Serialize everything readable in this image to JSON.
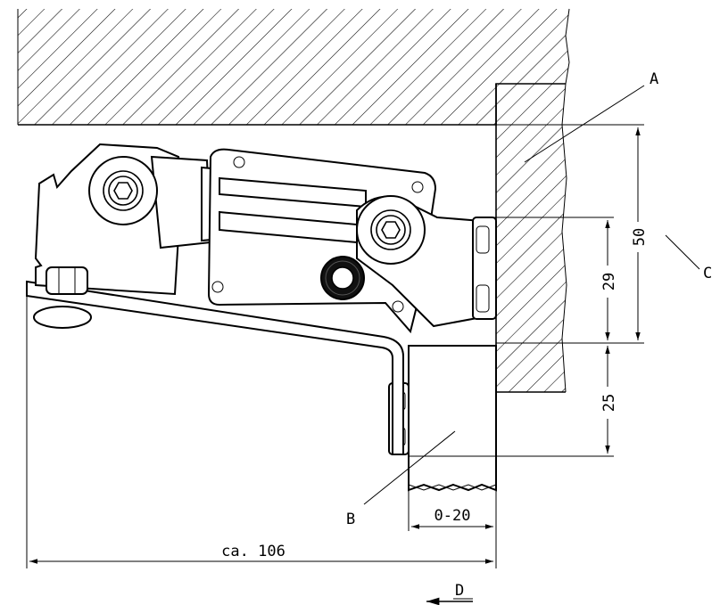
{
  "labels": {
    "a": "A",
    "b": "B",
    "c": "C",
    "d": "D"
  },
  "dimensions": {
    "height_total": "50",
    "height_upper": "29",
    "height_lower": "25",
    "gap": "0-20",
    "width": "ca. 106"
  }
}
